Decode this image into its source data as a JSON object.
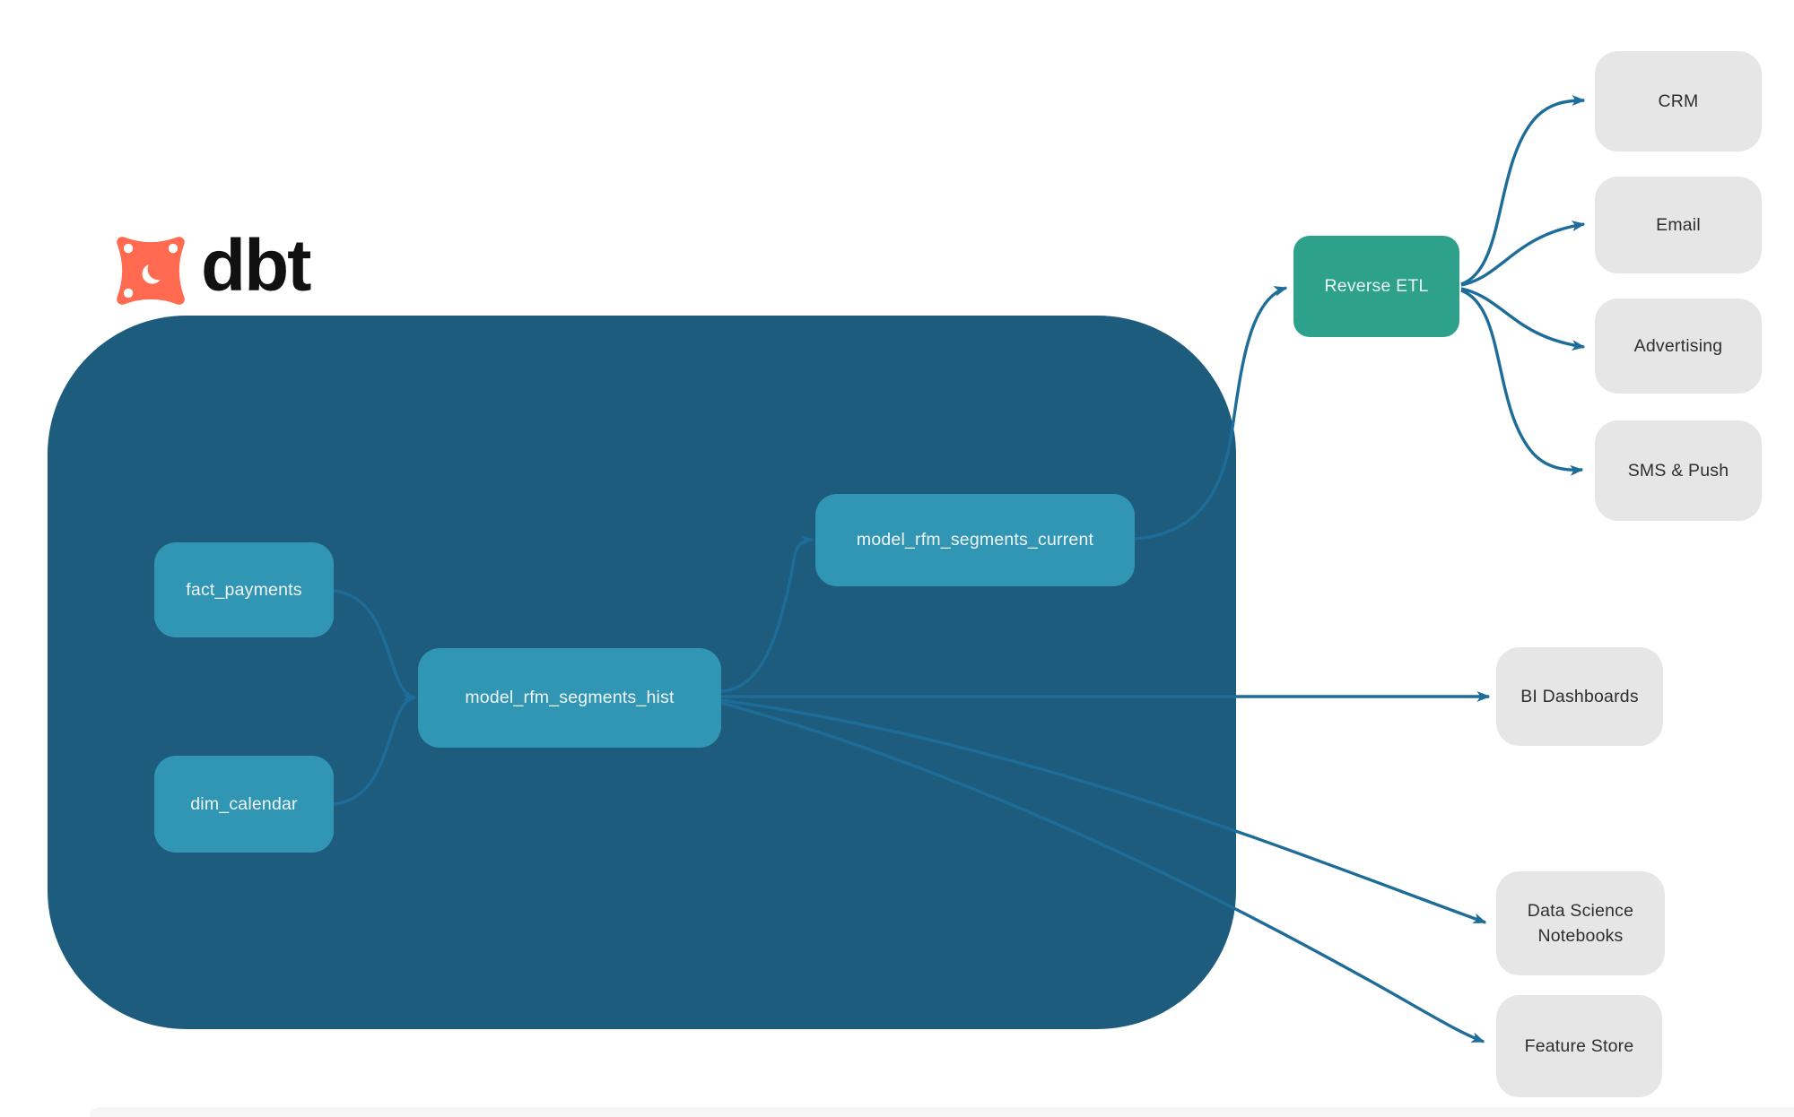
{
  "logo": {
    "text": "dbt"
  },
  "colors": {
    "container": "#1d5c7d",
    "model_node": "#3195b4",
    "reverse_etl_node": "#2da189",
    "destination_node": "#e6e6e6",
    "edge": "#1e6d99",
    "logo_orange": "#ff6a50"
  },
  "nodes": {
    "fact_payments": {
      "label": "fact_payments"
    },
    "dim_calendar": {
      "label": "dim_calendar"
    },
    "model_rfm_segments_hist": {
      "label": "model_rfm_segments_hist"
    },
    "model_rfm_segments_current": {
      "label": "model_rfm_segments_current"
    },
    "reverse_etl": {
      "label": "Reverse ETL"
    },
    "crm": {
      "label": "CRM"
    },
    "email": {
      "label": "Email"
    },
    "advertising": {
      "label": "Advertising"
    },
    "sms_push": {
      "label": "SMS & Push"
    },
    "bi_dashboards": {
      "label": "BI Dashboards"
    },
    "data_science_notebooks": {
      "label": "Data Science Notebooks"
    },
    "feature_store": {
      "label": "Feature Store"
    }
  },
  "edges": [
    {
      "from": "fact_payments",
      "to": "model_rfm_segments_hist"
    },
    {
      "from": "dim_calendar",
      "to": "model_rfm_segments_hist"
    },
    {
      "from": "model_rfm_segments_hist",
      "to": "model_rfm_segments_current"
    },
    {
      "from": "model_rfm_segments_hist",
      "to": "bi_dashboards"
    },
    {
      "from": "model_rfm_segments_hist",
      "to": "data_science_notebooks"
    },
    {
      "from": "model_rfm_segments_hist",
      "to": "feature_store"
    },
    {
      "from": "model_rfm_segments_current",
      "to": "reverse_etl"
    },
    {
      "from": "reverse_etl",
      "to": "crm"
    },
    {
      "from": "reverse_etl",
      "to": "email"
    },
    {
      "from": "reverse_etl",
      "to": "advertising"
    },
    {
      "from": "reverse_etl",
      "to": "sms_push"
    }
  ]
}
